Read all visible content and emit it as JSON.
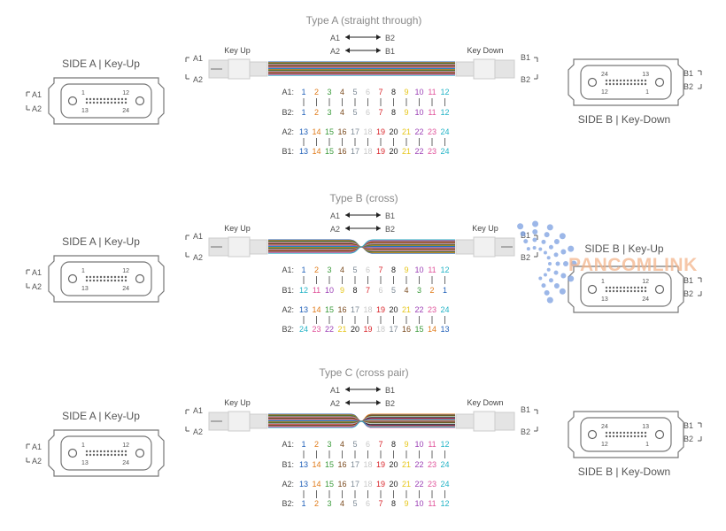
{
  "fiber_colors": [
    "#1f5fb8",
    "#e07b1a",
    "#3a9a3a",
    "#7a4a1e",
    "#7d8a96",
    "#c8c8c8",
    "#d9262c",
    "#222222",
    "#e6c619",
    "#9b3fb5",
    "#e0529a",
    "#22b3c6"
  ],
  "panels": [
    {
      "title": "Type A (straight through)",
      "arrows": [
        {
          "from": "A1",
          "to": "B2"
        },
        {
          "from": "A2",
          "to": "B1"
        }
      ],
      "side_a": {
        "label": "SIDE A | Key-Up",
        "pin_tl": "1",
        "pin_tr": "12",
        "pin_bl": "13",
        "pin_br": "24",
        "a1": "A1",
        "a2": "A2"
      },
      "side_b": {
        "label": "SIDE B | Key-Down",
        "pin_tl": "24",
        "pin_tr": "13",
        "pin_bl": "12",
        "pin_br": "1",
        "b1": "B1",
        "b2": "B2"
      },
      "cable": {
        "left_key": "Key Up",
        "right_key": "Key Down",
        "left_a1": "A1",
        "left_a2": "A2",
        "right_b1": "B1",
        "right_b2": "B2",
        "style": "straight"
      },
      "rows": [
        {
          "label": "A1:",
          "nums": [
            "1",
            "2",
            "3",
            "4",
            "5",
            "6",
            "7",
            "8",
            "9",
            "10",
            "11",
            "12"
          ]
        },
        {
          "label": "B2:",
          "nums": [
            "1",
            "2",
            "3",
            "4",
            "5",
            "6",
            "7",
            "8",
            "9",
            "10",
            "11",
            "12"
          ]
        },
        {
          "label": "A2:",
          "nums": [
            "13",
            "14",
            "15",
            "16",
            "17",
            "18",
            "19",
            "20",
            "21",
            "22",
            "23",
            "24"
          ]
        },
        {
          "label": "B1:",
          "nums": [
            "13",
            "14",
            "15",
            "16",
            "17",
            "18",
            "19",
            "20",
            "21",
            "22",
            "23",
            "24"
          ]
        }
      ]
    },
    {
      "title": "Type B (cross)",
      "arrows": [
        {
          "from": "A1",
          "to": "B1"
        },
        {
          "from": "A2",
          "to": "B2"
        }
      ],
      "side_a": {
        "label": "SIDE A | Key-Up",
        "pin_tl": "1",
        "pin_tr": "12",
        "pin_bl": "13",
        "pin_br": "24",
        "a1": "A1",
        "a2": "A2"
      },
      "side_b": {
        "label": "SIDE B | Key-Up",
        "pin_tl": "1",
        "pin_tr": "12",
        "pin_bl": "13",
        "pin_br": "24",
        "b1": "B1",
        "b2": "B2"
      },
      "cable": {
        "left_key": "Key Up",
        "right_key": "Key Up",
        "left_a1": "A1",
        "left_a2": "A2",
        "right_b1": "B1",
        "right_b2": "B2",
        "style": "cross"
      },
      "rows": [
        {
          "label": "A1:",
          "nums": [
            "1",
            "2",
            "3",
            "4",
            "5",
            "6",
            "7",
            "8",
            "9",
            "10",
            "11",
            "12"
          ]
        },
        {
          "label": "B1:",
          "nums": [
            "12",
            "11",
            "10",
            "9",
            "8",
            "7",
            "6",
            "5",
            "4",
            "3",
            "2",
            "1"
          ]
        },
        {
          "label": "A2:",
          "nums": [
            "13",
            "14",
            "15",
            "16",
            "17",
            "18",
            "19",
            "20",
            "21",
            "22",
            "23",
            "24"
          ]
        },
        {
          "label": "B2:",
          "nums": [
            "24",
            "23",
            "22",
            "21",
            "20",
            "19",
            "18",
            "17",
            "16",
            "15",
            "14",
            "13"
          ]
        }
      ]
    },
    {
      "title": "Type C (cross pair)",
      "arrows": [
        {
          "from": "A1",
          "to": "B1"
        },
        {
          "from": "A2",
          "to": "B2"
        }
      ],
      "side_a": {
        "label": "SIDE A | Key-Up",
        "pin_tl": "1",
        "pin_tr": "12",
        "pin_bl": "13",
        "pin_br": "24",
        "a1": "A1",
        "a2": "A2"
      },
      "side_b": {
        "label": "SIDE B | Key-Down",
        "pin_tl": "24",
        "pin_tr": "13",
        "pin_bl": "12",
        "pin_br": "1",
        "b1": "B1",
        "b2": "B2"
      },
      "cable": {
        "left_key": "Key Up",
        "right_key": "Key Down",
        "left_a1": "A1",
        "left_a2": "A2",
        "right_b1": "B1",
        "right_b2": "B2",
        "style": "pair"
      },
      "rows": [
        {
          "label": "A1:",
          "nums": [
            "1",
            "2",
            "3",
            "4",
            "5",
            "6",
            "7",
            "8",
            "9",
            "10",
            "11",
            "12"
          ]
        },
        {
          "label": "B1:",
          "nums": [
            "13",
            "14",
            "15",
            "16",
            "17",
            "18",
            "19",
            "20",
            "21",
            "22",
            "23",
            "24"
          ]
        },
        {
          "label": "A2:",
          "nums": [
            "13",
            "14",
            "15",
            "16",
            "17",
            "18",
            "19",
            "20",
            "21",
            "22",
            "23",
            "24"
          ]
        },
        {
          "label": "B2:",
          "nums": [
            "1",
            "2",
            "3",
            "4",
            "5",
            "6",
            "7",
            "8",
            "9",
            "10",
            "11",
            "12"
          ]
        }
      ]
    }
  ],
  "watermark": {
    "text": "PANCOMLINK"
  }
}
